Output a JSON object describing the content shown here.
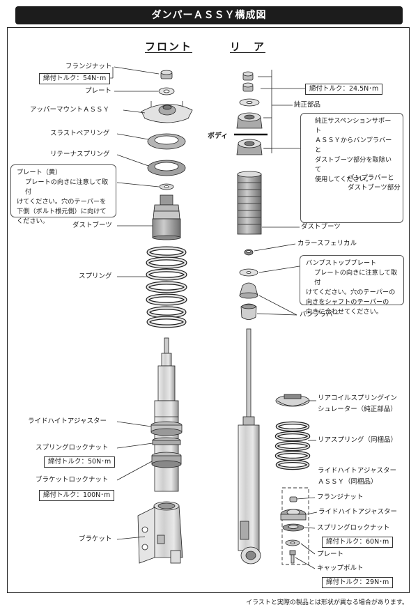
{
  "header": {
    "title": "ダンパーＡＳＳＹ構成図"
  },
  "columns": {
    "front": "フロント",
    "rear": "リ　ア"
  },
  "front": {
    "flange_nut": "フランジナット",
    "flange_torque": "締付トルク：54N･m",
    "plate": "プレート",
    "upper_mount": "アッパーマウントＡＳＳＹ",
    "thrust_bearing": "スラストベアリング",
    "retainer_spring": "リテーナスプリング",
    "dust_boot": "ダストブーツ",
    "spring": "スプリング",
    "ride_height": "ライドハイトアジャスター",
    "spring_lock": "スプリングロックナット",
    "spring_lock_torque": "締付トルク：50N･m",
    "bracket_lock": "ブラケットロックナット",
    "bracket_lock_torque": "締付トルク：100N･m",
    "bracket": "ブラケット",
    "plate_note": {
      "title": "プレート（黄）",
      "lines": [
        "プレートの向きに注意して取付",
        "けてください。穴のテーパーを",
        "下側（ボルト根元側）に向けて",
        "ください。"
      ]
    }
  },
  "rear": {
    "nut_torque": "締付トルク：24.5N･m",
    "genuine": "純正部品",
    "body": "ボディ",
    "support_note": {
      "lines": [
        "純正サスペンションサポート",
        "ＡＳＳＹからバンプラバーと",
        "ダストブーツ部分を取除いて",
        "使用してください。"
      ],
      "part": [
        "バンプラバーと",
        "ダストブーツ部分"
      ]
    },
    "dust_boot": "ダストブーツ",
    "collar": "カラースフェリカル",
    "bump_plate_note": {
      "title": "バンプストッププレート",
      "lines": [
        "プレートの向きに注意して取付",
        "けてください。穴のテーパーの",
        "向きをシャフトのテーパーの",
        "向きに合わせてください。"
      ]
    },
    "bump_rubber": "バンプラバー",
    "coil_insulator": [
      "リアコイルスプリングイン",
      "シュレーター（純正部品）"
    ],
    "rear_spring": "リアスプリング（同梱品）",
    "ride_assy": [
      "ライドハイトアジャスター",
      "ＡＳＳＹ（同梱品）"
    ],
    "flange_nut": "フランジナット",
    "ride_height": "ライドハイトアジャスター",
    "spring_lock": "スプリングロックナット",
    "spring_lock_torque": "締付トルク：60N･m",
    "plate": "プレート",
    "cap_bolt": "キャップボルト",
    "cap_bolt_torque": "締付トルク：29N･m"
  },
  "footer": "イラストと実際の製品とは形状が異なる場合があります。"
}
